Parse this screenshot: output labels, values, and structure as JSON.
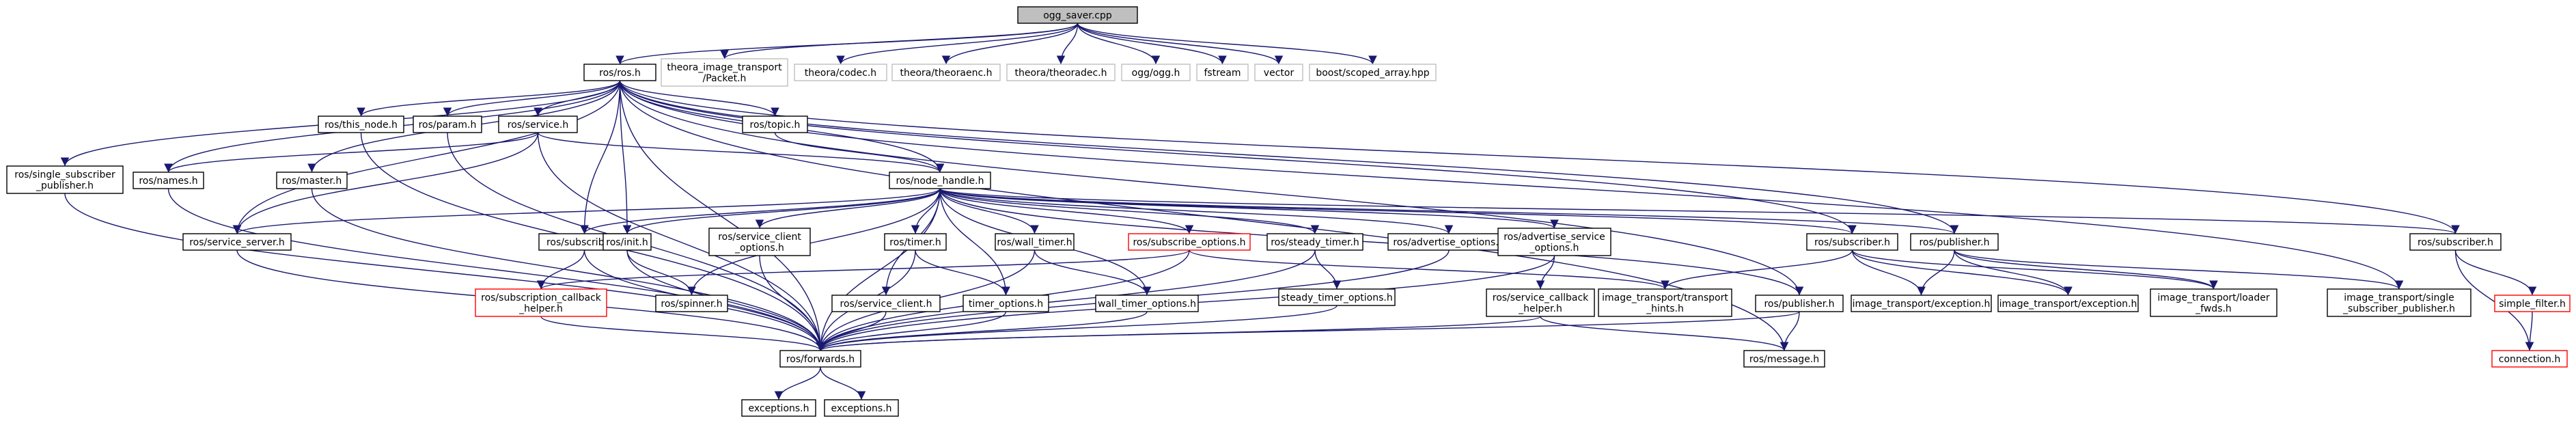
{
  "colors": {
    "edge": "#191970",
    "default_border": "#000000",
    "external_border": "#bfbfbf",
    "missing_border": "#ff0000",
    "root_fill": "#bfbfbf",
    "node_fill": "#ffffff",
    "text": "#000000"
  },
  "nodes": [
    {
      "id": "root",
      "lines": [
        "ogg_saver.cpp"
      ],
      "kind": "root"
    },
    {
      "id": "ros_ros",
      "lines": [
        "ros/ros.h"
      ],
      "kind": "default"
    },
    {
      "id": "theora_packet",
      "lines": [
        "theora_image_transport",
        "/Packet.h"
      ],
      "kind": "external"
    },
    {
      "id": "theora_codec",
      "lines": [
        "theora/codec.h"
      ],
      "kind": "external"
    },
    {
      "id": "theora_enc",
      "lines": [
        "theora/theoraenc.h"
      ],
      "kind": "external"
    },
    {
      "id": "theora_dec",
      "lines": [
        "theora/theoradec.h"
      ],
      "kind": "external"
    },
    {
      "id": "ogg",
      "lines": [
        "ogg/ogg.h"
      ],
      "kind": "external"
    },
    {
      "id": "fstream",
      "lines": [
        "fstream"
      ],
      "kind": "external"
    },
    {
      "id": "vector",
      "lines": [
        "vector"
      ],
      "kind": "external"
    },
    {
      "id": "scoped_array",
      "lines": [
        "boost/scoped_array.hpp"
      ],
      "kind": "external"
    },
    {
      "id": "single_sub_pub",
      "lines": [
        "ros/single_subscriber",
        "_publisher.h"
      ],
      "kind": "default"
    },
    {
      "id": "names",
      "lines": [
        "ros/names.h"
      ],
      "kind": "default"
    },
    {
      "id": "this_node",
      "lines": [
        "ros/this_node.h"
      ],
      "kind": "default"
    },
    {
      "id": "master",
      "lines": [
        "ros/master.h"
      ],
      "kind": "default"
    },
    {
      "id": "param",
      "lines": [
        "ros/param.h"
      ],
      "kind": "default"
    },
    {
      "id": "service",
      "lines": [
        "ros/service.h"
      ],
      "kind": "default"
    },
    {
      "id": "topic",
      "lines": [
        "ros/topic.h"
      ],
      "kind": "default"
    },
    {
      "id": "node_handle",
      "lines": [
        "ros/node_handle.h"
      ],
      "kind": "default"
    },
    {
      "id": "service_server",
      "lines": [
        "ros/service_server.h"
      ],
      "kind": "default"
    },
    {
      "id": "subscriber_a",
      "lines": [
        "ros/subscriber.h"
      ],
      "kind": "default"
    },
    {
      "id": "init",
      "lines": [
        "ros/init.h"
      ],
      "kind": "default"
    },
    {
      "id": "service_client_options",
      "lines": [
        "ros/service_client",
        "_options.h"
      ],
      "kind": "default"
    },
    {
      "id": "timer",
      "lines": [
        "ros/timer.h"
      ],
      "kind": "default"
    },
    {
      "id": "wall_timer",
      "lines": [
        "ros/wall_timer.h"
      ],
      "kind": "default"
    },
    {
      "id": "subscribe_options",
      "lines": [
        "ros/subscribe_options.h"
      ],
      "kind": "missing"
    },
    {
      "id": "steady_timer",
      "lines": [
        "ros/steady_timer.h"
      ],
      "kind": "default"
    },
    {
      "id": "advertise_options",
      "lines": [
        "ros/advertise_options.h"
      ],
      "kind": "default"
    },
    {
      "id": "advertise_service_options",
      "lines": [
        "ros/advertise_service",
        "_options.h"
      ],
      "kind": "default"
    },
    {
      "id": "subscriber_b",
      "lines": [
        "ros/subscriber.h"
      ],
      "kind": "default"
    },
    {
      "id": "publisher_b",
      "lines": [
        "ros/publisher.h"
      ],
      "kind": "default"
    },
    {
      "id": "subscriber_c",
      "lines": [
        "ros/subscriber.h"
      ],
      "kind": "default"
    },
    {
      "id": "subscription_callback_helper",
      "lines": [
        "ros/subscription_callback",
        "_helper.h"
      ],
      "kind": "missing"
    },
    {
      "id": "spinner",
      "lines": [
        "ros/spinner.h"
      ],
      "kind": "default"
    },
    {
      "id": "service_client",
      "lines": [
        "ros/service_client.h"
      ],
      "kind": "default"
    },
    {
      "id": "timer_options",
      "lines": [
        "timer_options.h"
      ],
      "kind": "default"
    },
    {
      "id": "wall_timer_options",
      "lines": [
        "wall_timer_options.h"
      ],
      "kind": "default"
    },
    {
      "id": "steady_timer_options",
      "lines": [
        "steady_timer_options.h"
      ],
      "kind": "default"
    },
    {
      "id": "service_callback_helper",
      "lines": [
        "ros/service_callback",
        "_helper.h"
      ],
      "kind": "default"
    },
    {
      "id": "transport_hints",
      "lines": [
        "image_transport/transport",
        "_hints.h"
      ],
      "kind": "default"
    },
    {
      "id": "publisher_a",
      "lines": [
        "ros/publisher.h"
      ],
      "kind": "default"
    },
    {
      "id": "exception_a",
      "lines": [
        "image_transport/exception.h"
      ],
      "kind": "default"
    },
    {
      "id": "exception_b",
      "lines": [
        "image_transport/exception.h"
      ],
      "kind": "default"
    },
    {
      "id": "loader_fwds",
      "lines": [
        "image_transport/loader",
        "_fwds.h"
      ],
      "kind": "default"
    },
    {
      "id": "it_single_sub_pub",
      "lines": [
        "image_transport/single",
        "_subscriber_publisher.h"
      ],
      "kind": "default"
    },
    {
      "id": "simple_filter",
      "lines": [
        "simple_filter.h"
      ],
      "kind": "missing"
    },
    {
      "id": "forwards",
      "lines": [
        "ros/forwards.h"
      ],
      "kind": "default"
    },
    {
      "id": "message",
      "lines": [
        "ros/message.h"
      ],
      "kind": "default"
    },
    {
      "id": "connection",
      "lines": [
        "connection.h"
      ],
      "kind": "missing"
    },
    {
      "id": "exceptions_a",
      "lines": [
        "exceptions.h"
      ],
      "kind": "default"
    },
    {
      "id": "exceptions_b",
      "lines": [
        "exceptions.h"
      ],
      "kind": "default"
    }
  ],
  "edges": [
    [
      "root",
      "ros_ros"
    ],
    [
      "root",
      "theora_packet"
    ],
    [
      "root",
      "theora_codec"
    ],
    [
      "root",
      "theora_enc"
    ],
    [
      "root",
      "theora_dec"
    ],
    [
      "root",
      "ogg"
    ],
    [
      "root",
      "fstream"
    ],
    [
      "root",
      "vector"
    ],
    [
      "root",
      "scoped_array"
    ],
    [
      "ros_ros",
      "single_sub_pub"
    ],
    [
      "ros_ros",
      "names"
    ],
    [
      "ros_ros",
      "this_node"
    ],
    [
      "ros_ros",
      "master"
    ],
    [
      "ros_ros",
      "param"
    ],
    [
      "ros_ros",
      "service"
    ],
    [
      "ros_ros",
      "topic"
    ],
    [
      "ros_ros",
      "node_handle"
    ],
    [
      "ros_ros",
      "service_server"
    ],
    [
      "ros_ros",
      "subscriber_a"
    ],
    [
      "ros_ros",
      "init"
    ],
    [
      "ros_ros",
      "forwards"
    ],
    [
      "ros_ros",
      "subscriber_b"
    ],
    [
      "ros_ros",
      "publisher_b"
    ],
    [
      "ros_ros",
      "subscriber_c"
    ],
    [
      "ros_ros",
      "publisher_a"
    ],
    [
      "ros_ros",
      "it_single_sub_pub"
    ],
    [
      "ros_ros",
      "message"
    ],
    [
      "service",
      "names"
    ],
    [
      "service",
      "node_handle"
    ],
    [
      "service",
      "forwards"
    ],
    [
      "service",
      "service_server"
    ],
    [
      "topic",
      "node_handle"
    ],
    [
      "node_handle",
      "service_server"
    ],
    [
      "node_handle",
      "subscriber_a"
    ],
    [
      "node_handle",
      "init"
    ],
    [
      "node_handle",
      "service_client_options"
    ],
    [
      "node_handle",
      "timer"
    ],
    [
      "node_handle",
      "wall_timer"
    ],
    [
      "node_handle",
      "subscribe_options"
    ],
    [
      "node_handle",
      "steady_timer"
    ],
    [
      "node_handle",
      "advertise_options"
    ],
    [
      "node_handle",
      "advertise_service_options"
    ],
    [
      "node_handle",
      "publisher_b"
    ],
    [
      "node_handle",
      "subscriber_b"
    ],
    [
      "node_handle",
      "subscriber_c"
    ],
    [
      "node_handle",
      "spinner"
    ],
    [
      "node_handle",
      "service_client"
    ],
    [
      "node_handle",
      "timer_options"
    ],
    [
      "node_handle",
      "wall_timer_options"
    ],
    [
      "node_handle",
      "publisher_a"
    ],
    [
      "node_handle",
      "forwards"
    ],
    [
      "single_sub_pub",
      "forwards"
    ],
    [
      "names",
      "forwards"
    ],
    [
      "this_node",
      "forwards"
    ],
    [
      "master",
      "forwards"
    ],
    [
      "param",
      "forwards"
    ],
    [
      "service_server",
      "forwards"
    ],
    [
      "subscriber_a",
      "subscription_callback_helper"
    ],
    [
      "subscriber_a",
      "forwards"
    ],
    [
      "init",
      "spinner"
    ],
    [
      "init",
      "forwards"
    ],
    [
      "service_client_options",
      "forwards"
    ],
    [
      "timer",
      "timer_options"
    ],
    [
      "timer",
      "forwards"
    ],
    [
      "wall_timer",
      "wall_timer_options"
    ],
    [
      "wall_timer",
      "forwards"
    ],
    [
      "subscribe_options",
      "subscription_callback_helper"
    ],
    [
      "subscribe_options",
      "transport_hints"
    ],
    [
      "subscribe_options",
      "forwards"
    ],
    [
      "steady_timer",
      "steady_timer_options"
    ],
    [
      "steady_timer",
      "forwards"
    ],
    [
      "advertise_options",
      "forwards"
    ],
    [
      "advertise_service_options",
      "service_callback_helper"
    ],
    [
      "advertise_service_options",
      "forwards"
    ],
    [
      "subscriber_b",
      "transport_hints"
    ],
    [
      "subscriber_b",
      "exception_a"
    ],
    [
      "subscriber_b",
      "exception_b"
    ],
    [
      "subscriber_b",
      "loader_fwds"
    ],
    [
      "publisher_b",
      "exception_a"
    ],
    [
      "publisher_b",
      "exception_b"
    ],
    [
      "publisher_b",
      "loader_fwds"
    ],
    [
      "publisher_b",
      "it_single_sub_pub"
    ],
    [
      "subscriber_c",
      "simple_filter"
    ],
    [
      "subscriber_c",
      "connection"
    ],
    [
      "simple_filter",
      "connection"
    ],
    [
      "subscription_callback_helper",
      "forwards"
    ],
    [
      "service_client",
      "forwards"
    ],
    [
      "timer_options",
      "forwards"
    ],
    [
      "wall_timer_options",
      "forwards"
    ],
    [
      "steady_timer_options",
      "forwards"
    ],
    [
      "service_callback_helper",
      "forwards"
    ],
    [
      "service_callback_helper",
      "message"
    ],
    [
      "publisher_a",
      "forwards"
    ],
    [
      "publisher_a",
      "message"
    ],
    [
      "forwards",
      "exceptions_a"
    ],
    [
      "forwards",
      "exceptions_b"
    ]
  ]
}
